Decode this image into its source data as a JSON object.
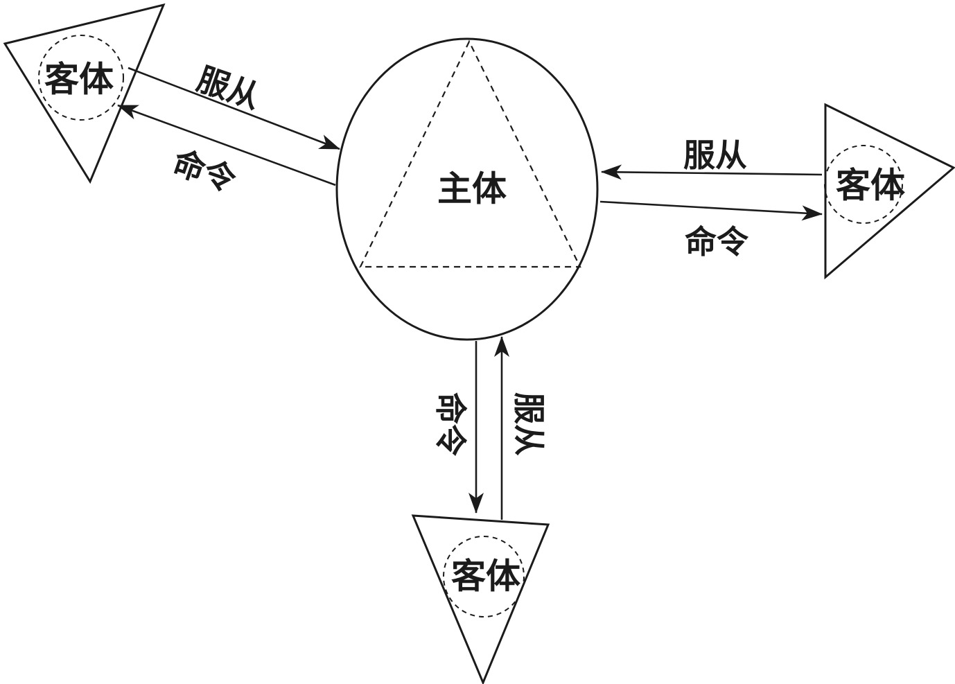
{
  "figure": {
    "center": {
      "label": "主体"
    },
    "object_top_left": {
      "label": "客体"
    },
    "object_right": {
      "label": "客体"
    },
    "object_bottom": {
      "label": "客体"
    },
    "relations": {
      "top_left": {
        "obey": "服从",
        "command": "命令"
      },
      "right": {
        "obey": "服从",
        "command": "命令"
      },
      "bottom": {
        "obey": "服从",
        "command": "命令"
      }
    },
    "colors": {
      "ink": "#1b1b1b",
      "background": "#ffffff"
    }
  }
}
